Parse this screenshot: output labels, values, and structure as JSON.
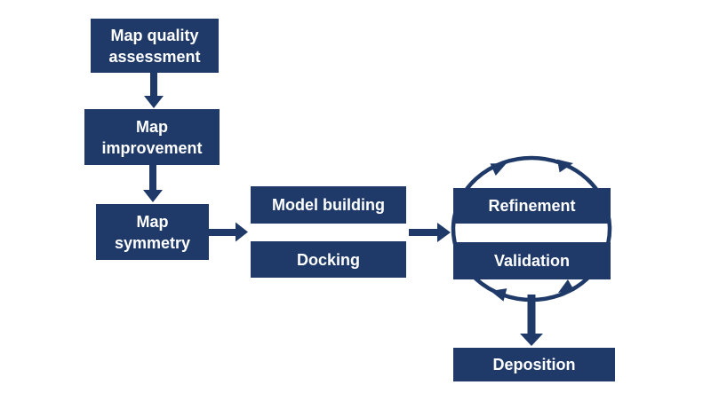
{
  "colors": {
    "box_fill": "#1f3a68",
    "text": "#ffffff",
    "arrow": "#1f3a68",
    "background": "#ffffff"
  },
  "nodes": {
    "map_quality": {
      "label": "Map quality\nassessment"
    },
    "map_improvement": {
      "label": "Map\nimprovement"
    },
    "map_symmetry": {
      "label": "Map\nsymmetry"
    },
    "model_building": {
      "label": "Model building"
    },
    "docking": {
      "label": "Docking"
    },
    "refinement": {
      "label": "Refinement"
    },
    "validation": {
      "label": "Validation"
    },
    "deposition": {
      "label": "Deposition"
    }
  },
  "edges": [
    {
      "from": "Map quality assessment",
      "to": "Map improvement",
      "type": "arrow-down"
    },
    {
      "from": "Map improvement",
      "to": "Map symmetry",
      "type": "arrow-down"
    },
    {
      "from": "Map symmetry",
      "to": "Model building / Docking",
      "type": "arrow-right"
    },
    {
      "from": "Model building / Docking",
      "to": "Refinement / Validation",
      "type": "arrow-right"
    },
    {
      "from": "Refinement",
      "to": "Validation",
      "type": "cycle-clockwise"
    },
    {
      "from": "Refinement / Validation",
      "to": "Deposition",
      "type": "arrow-down"
    }
  ]
}
